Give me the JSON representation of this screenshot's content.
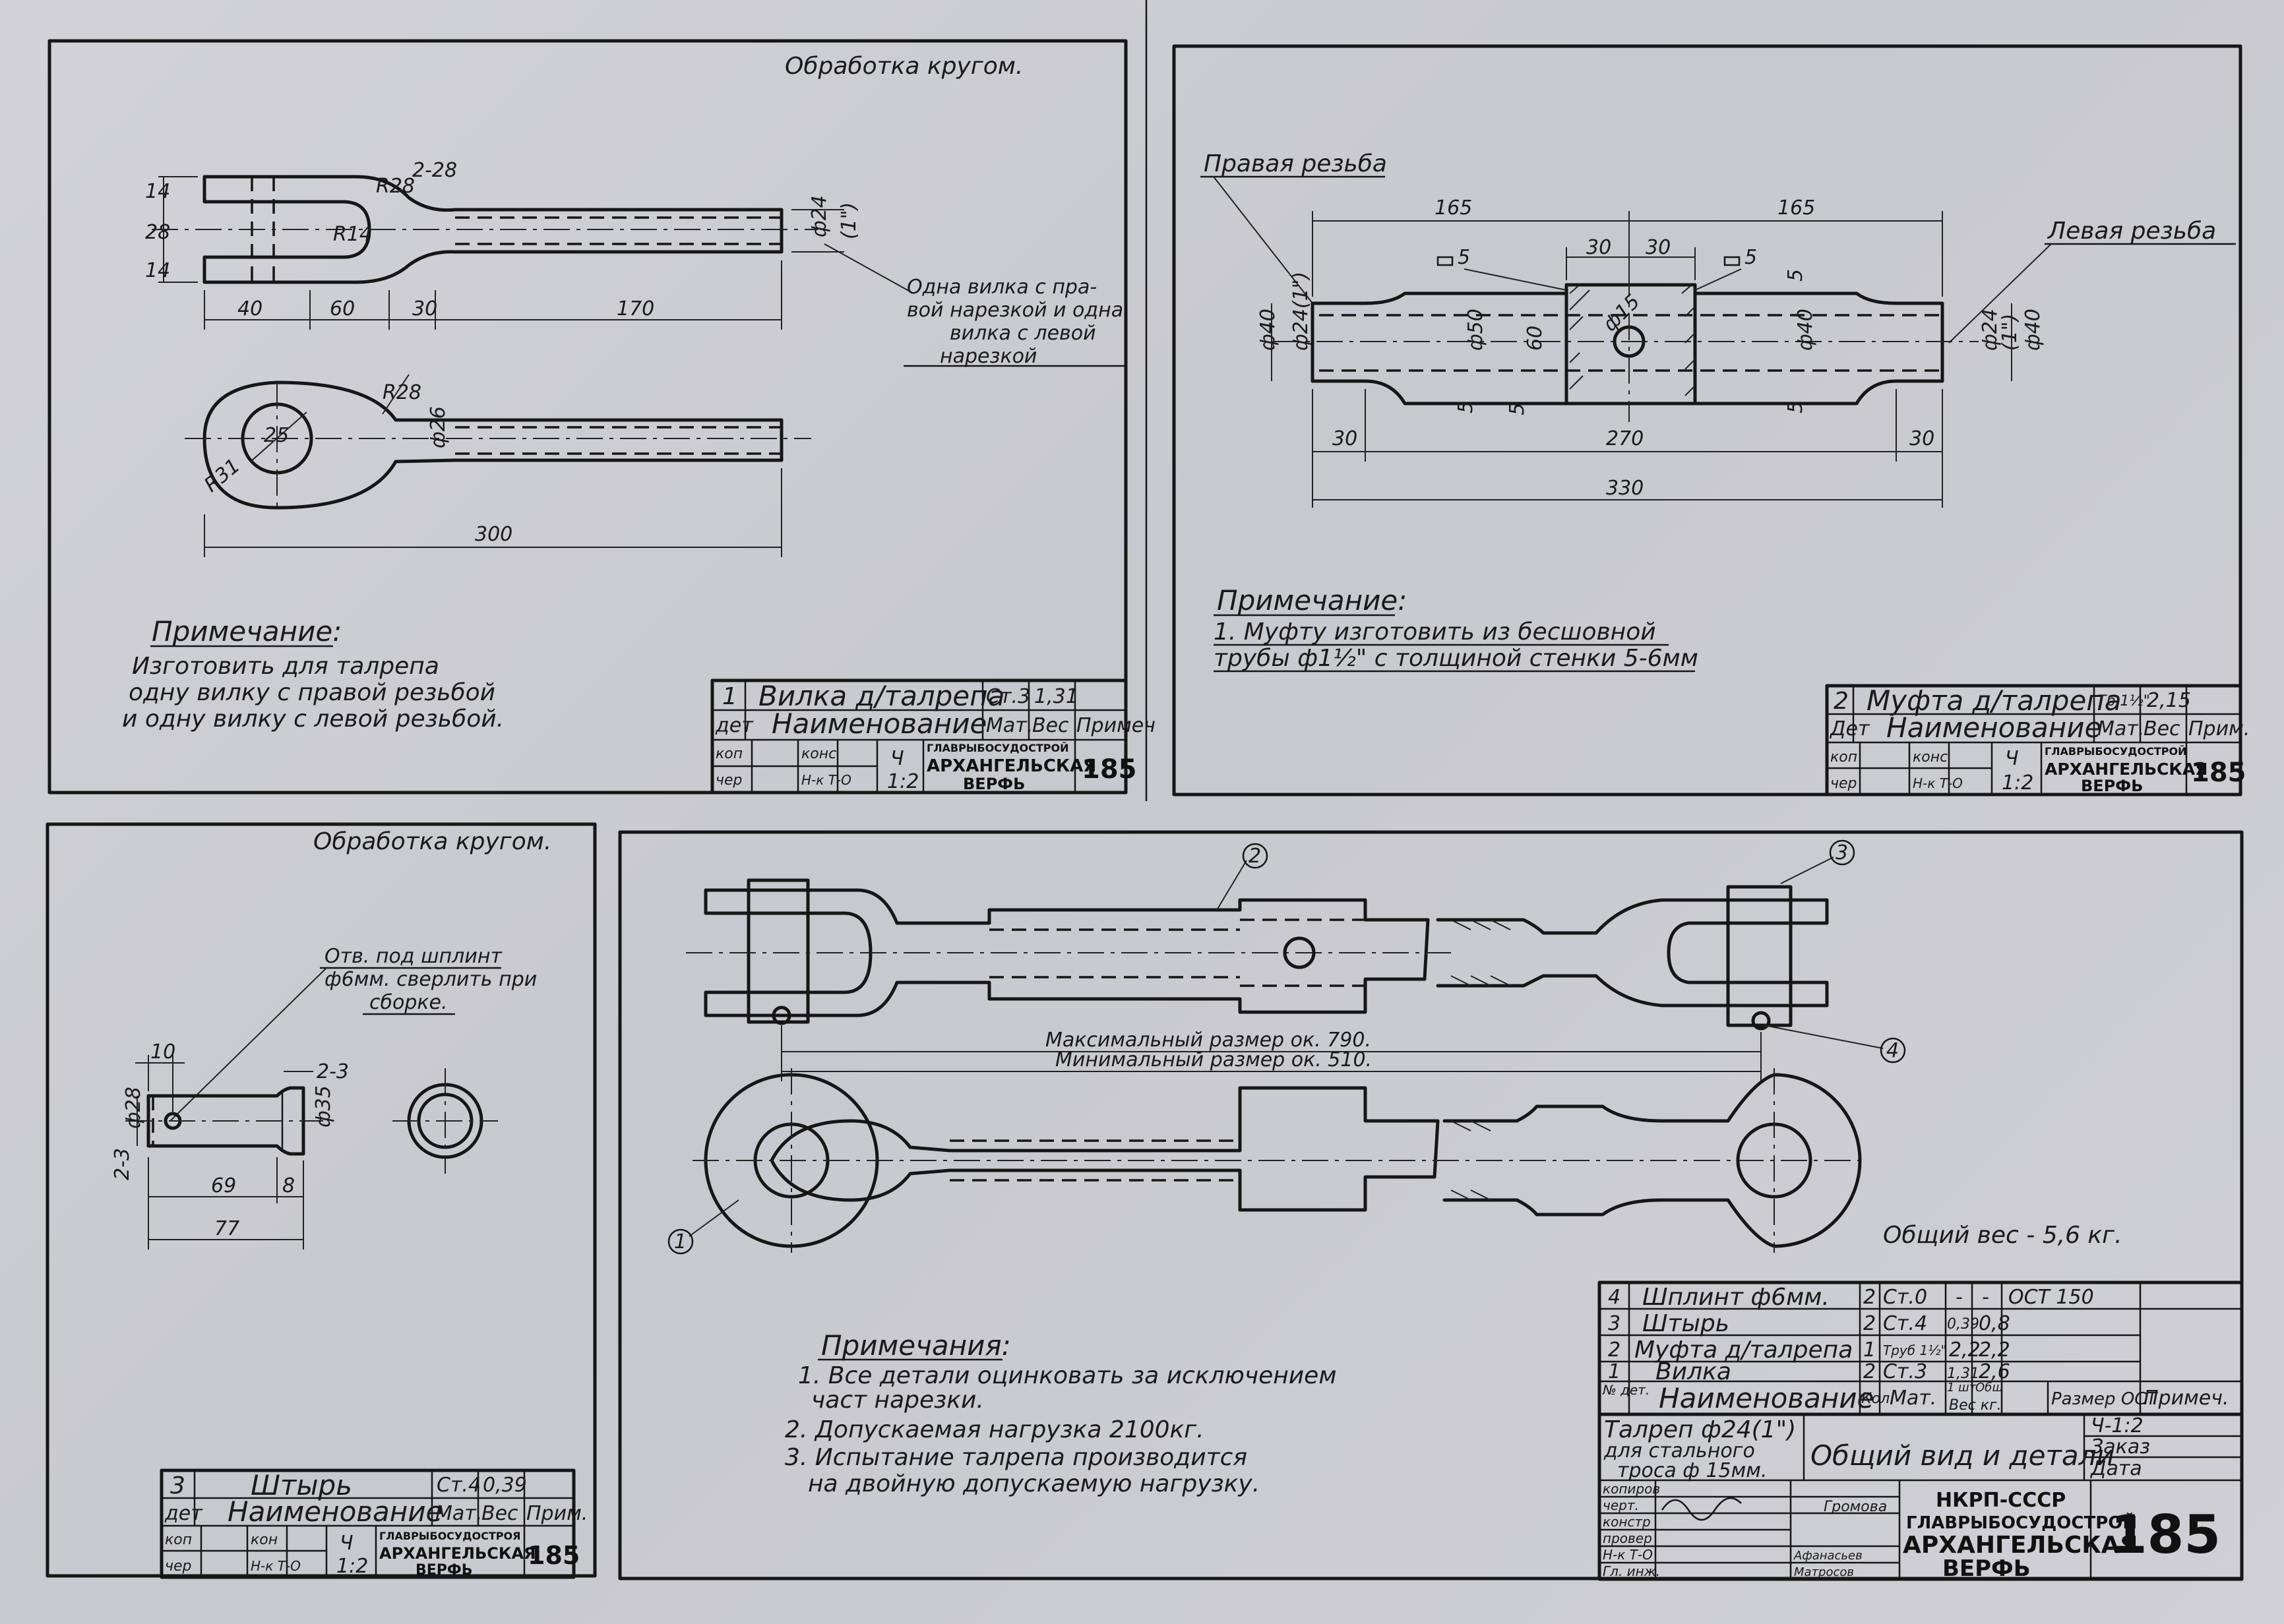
{
  "panel1": {
    "note_top": "Обработка кругом.",
    "fork_note": [
      "Одна вилка с пра-",
      "вой нарезкой и одна",
      "вилка с левой",
      "нарезкой"
    ],
    "dims": {
      "d14a": "14",
      "d28": "28",
      "d14b": "14",
      "r28": "R28",
      "r28b": "2-28",
      "r14": "R14",
      "d40": "40",
      "d60": "60",
      "d30": "30",
      "d170": "170",
      "thread": "ф24",
      "thread2": "(1\")",
      "r28c": "R28",
      "d25": "25",
      "r31": "R31",
      "d26": "ф26",
      "d300": "300"
    },
    "remark_title": "Примечание:",
    "remark_lines": [
      "Изготовить для талрепа",
      "одну вилку с правой резьбой",
      "и одну вилку с левой резьбой."
    ],
    "title_block": {
      "num": "1",
      "name": "Вилка д/талрепа",
      "mat": "Ст.3",
      "weight": "1,31",
      "h_det": "дет",
      "h_name": "Наименование",
      "h_mat": "Мат.",
      "h_weight": "Вес",
      "h_note": "Примеч",
      "r_kop": "коп",
      "r_cher": "чер",
      "r_kon": "конс",
      "r_nk": "Н-к Т-О",
      "sheet": "Ч",
      "scale": "1:2",
      "org1": "ГЛАВРЫБОСУДОСТРОЙ",
      "org2": "АРХАНГЕЛЬСКАЯ",
      "org3": "ВЕРФЬ",
      "code": "185"
    }
  },
  "panel2": {
    "right_thread": "Правая резьба",
    "left_thread": "Левая резьба",
    "dims": {
      "d165a": "165",
      "d165b": "165",
      "d30a": "30",
      "d30b": "30",
      "d5a": "5",
      "d5b": "5",
      "d40a": "ф40",
      "d24": "ф24(1\")",
      "d50": "ф50",
      "d60": "60",
      "d15": "ф15",
      "d40b": "ф40",
      "d24b": "ф24",
      "d1": "(1\")",
      "d40c": "ф40",
      "d5c": "5",
      "d5d": "5",
      "d5e": "5",
      "d5f": "5",
      "d30c": "30",
      "d270": "270",
      "d30d": "30",
      "d330": "330"
    },
    "remark_title": "Примечание:",
    "remark_lines": [
      "1. Муфту изготовить из бесшовной",
      "трубы ф1½\" с толщиной стенки 5-6мм"
    ],
    "title_block": {
      "num": "2",
      "name": "Муфта д/талрепа",
      "mat": "Тр 1½\"",
      "weight": "2,15",
      "h_det": "Дет",
      "h_name": "Наименование",
      "h_mat": "Мат.",
      "h_weight": "Вес",
      "h_note": "Прим.",
      "r_kop": "коп",
      "r_cher": "чер",
      "r_kon": "конс",
      "r_nk": "Н-к Т-О",
      "sheet": "Ч",
      "scale": "1:2",
      "org1": "ГЛАВРЫБОСУДОСТРОЙ",
      "org2": "АРХАНГЕЛЬСКАЯ",
      "org3": "ВЕРФЬ",
      "code": "185"
    }
  },
  "panel3": {
    "note_top": "Обработка кругом.",
    "hole_note": [
      "Отв. под шплинт",
      "ф6мм. сверлить при",
      "сборке."
    ],
    "dims": {
      "d10": "10",
      "d28": "ф28",
      "c3a": "2-3",
      "c3b": "2-3",
      "d35": "ф35",
      "d69": "69",
      "d8": "8",
      "d77": "77"
    },
    "title_block": {
      "num": "3",
      "name": "Штырь",
      "mat": "Ст.4",
      "weight": "0,39",
      "h_det": "дет",
      "h_name": "Наименование",
      "h_mat": "Мат.",
      "h_weight": "Вес",
      "h_note": "Прим.",
      "r_kop": "коп",
      "r_cher": "чер",
      "r_kon": "кон",
      "r_nk": "Н-к Т-О",
      "sheet": "Ч",
      "scale": "1:2",
      "org1": "ГЛАВРЫБОСУДОСТРОЯ",
      "org2": "АРХАНГЕЛЬСКАЯ",
      "org3": "ВЕРФЬ",
      "code": "185"
    }
  },
  "panel4": {
    "callouts": [
      "1",
      "2",
      "3",
      "4"
    ],
    "max_size": "Максимальный размер ок. 790.",
    "min_size": "Минимальный размер ок. 510.",
    "total_weight": "Общий вес - 5,6 кг.",
    "remarks_title": "Примечания:",
    "remarks": [
      "1. Все детали оцинковать за исключением",
      "част нарезки.",
      "2. Допускаемая нагрузка 2100кг.",
      "3. Испытание талрепа производится",
      "на двойную допускаемую нагрузку."
    ],
    "bom_rows": [
      {
        "num": "4",
        "name": "Шплинт ф6мм.",
        "qty": "2",
        "mat": "Ст.0",
        "w1": "-",
        "w2": "-",
        "ost": "ОСТ 150"
      },
      {
        "num": "3",
        "name": "Штырь",
        "qty": "2",
        "mat": "Ст.4",
        "w1": "0,39",
        "w2": "0,8",
        "ost": ""
      },
      {
        "num": "2",
        "name": "Муфта д/талрепа",
        "qty": "1",
        "mat": "Труб 1½\"",
        "w1": "2,2",
        "w2": "2,2",
        "ost": ""
      },
      {
        "num": "1",
        "name": "Вилка",
        "qty": "2",
        "mat": "Ст.3",
        "w1": "1,31",
        "w2": "2,6",
        "ost": ""
      }
    ],
    "bom_header": {
      "num": "№ дет.",
      "name": "Наименование",
      "qty": "Кол",
      "mat": "Мат.",
      "w1": "1 шт",
      "w2": "Общ",
      "wlabel": "Вес кг.",
      "ost": "Размер ОСТ",
      "note": "Примеч."
    },
    "product": [
      "Талреп ф24(1\")",
      "для стального",
      "троса ф 15мм."
    ],
    "view_title": "Общий вид и детали",
    "scale": "Ч-1:2",
    "zakaz": "Заказ",
    "data": "Дата",
    "roles": [
      "копиров",
      "черт.",
      "констр",
      "провер",
      "Н-к Т-О",
      "Гл. инж."
    ],
    "names": [
      "Громова",
      "Афанасьев",
      "Матросов"
    ],
    "org1": "НКРП-СССР",
    "org2": "ГЛАВРЫБОСУДОСТРОЙ",
    "org3": "АРХАНГЕЛЬСКАЯ",
    "org4": "ВЕРФЬ",
    "code": "185"
  }
}
